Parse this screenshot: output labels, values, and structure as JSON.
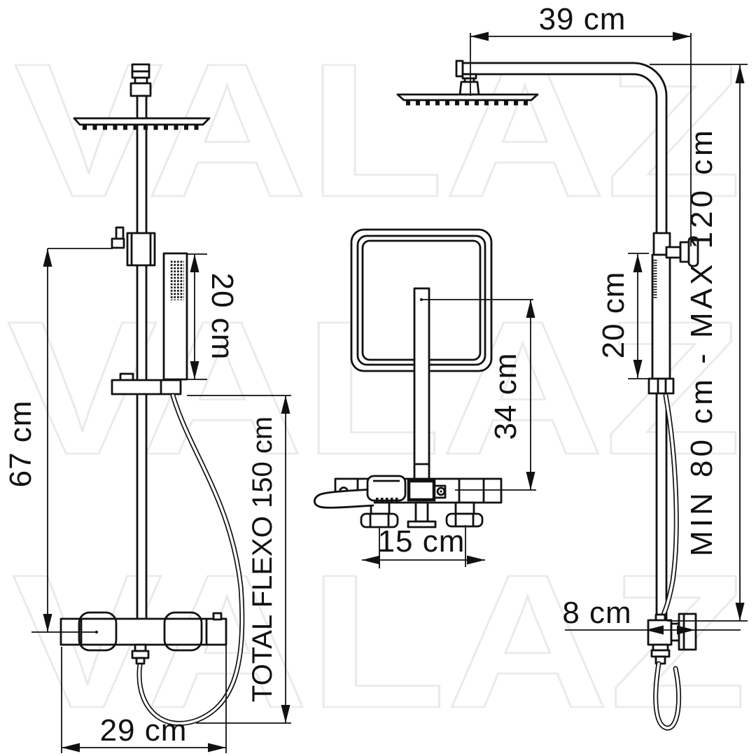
{
  "watermark": {
    "text": "VALAZ"
  },
  "dimensions": {
    "front_height": "67 cm",
    "handheld_length": "20 cm",
    "hose_total": "TOTAL FLEXO 150 cm",
    "valve_width": "29 cm",
    "head_depth": "34 cm",
    "handle_spacing": "15 cm",
    "arm_length": "39 cm",
    "slider_length": "20 cm",
    "column_height_range": "MIN 80 cm - MAX 120 cm",
    "valve_depth": "8 cm"
  }
}
